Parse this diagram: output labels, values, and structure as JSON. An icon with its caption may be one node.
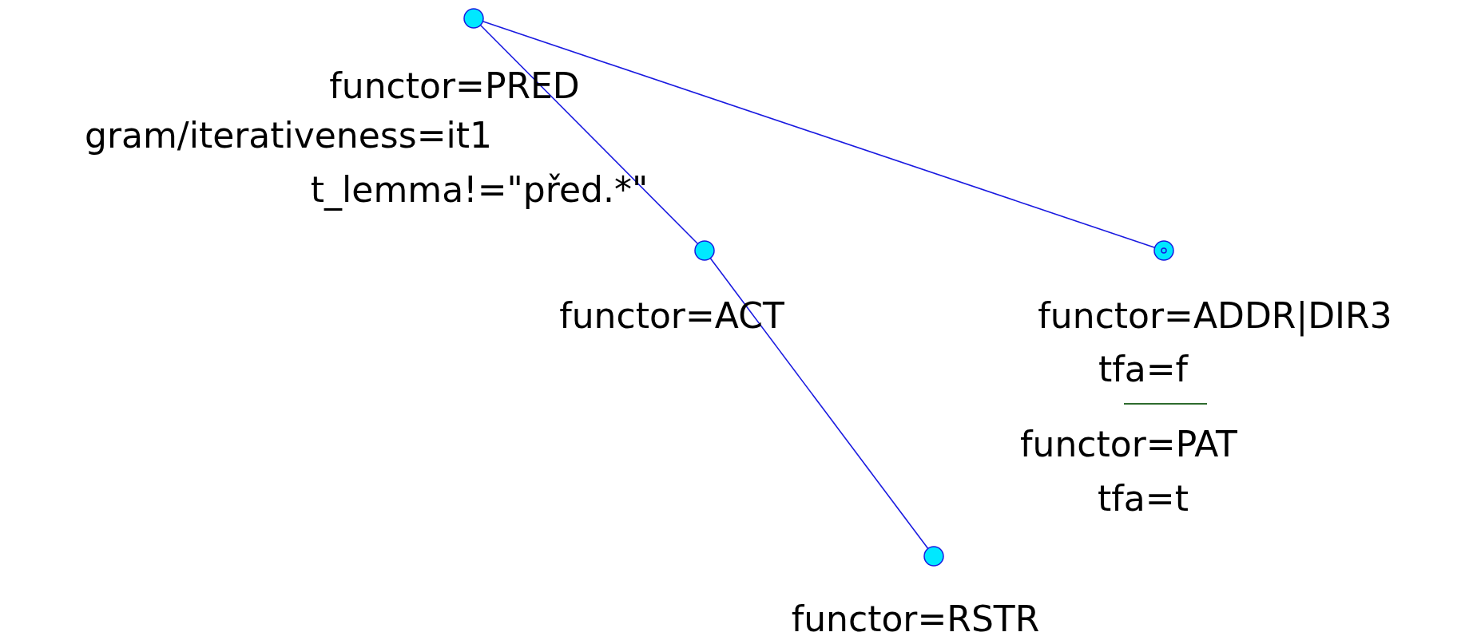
{
  "diagram": {
    "nodes": [
      {
        "text": [],
        "shape": "circle",
        "beside": [
          "functor=PRED",
          "gram/iterativeness=it1",
          "t_lemma!=\"před.*\""
        ]
      },
      {
        "text": [],
        "shape": "circle",
        "beside": [
          "functor=ACT"
        ]
      },
      {
        "text": [],
        "shape": "circle",
        "beside": [
          "functor=ADDR|DIR3",
          "tfa=f",
          "functor=PAT",
          "tfa=t"
        ]
      },
      {
        "text": [],
        "shape": "circle",
        "beside": [
          "functor=RSTR"
        ]
      }
    ],
    "edges": [
      {
        "from": 0,
        "to": 1,
        "arrow": "none"
      },
      {
        "from": 1,
        "to": 3,
        "arrow": "none"
      },
      {
        "from": 0,
        "to": 2,
        "arrow": "none"
      }
    ]
  }
}
